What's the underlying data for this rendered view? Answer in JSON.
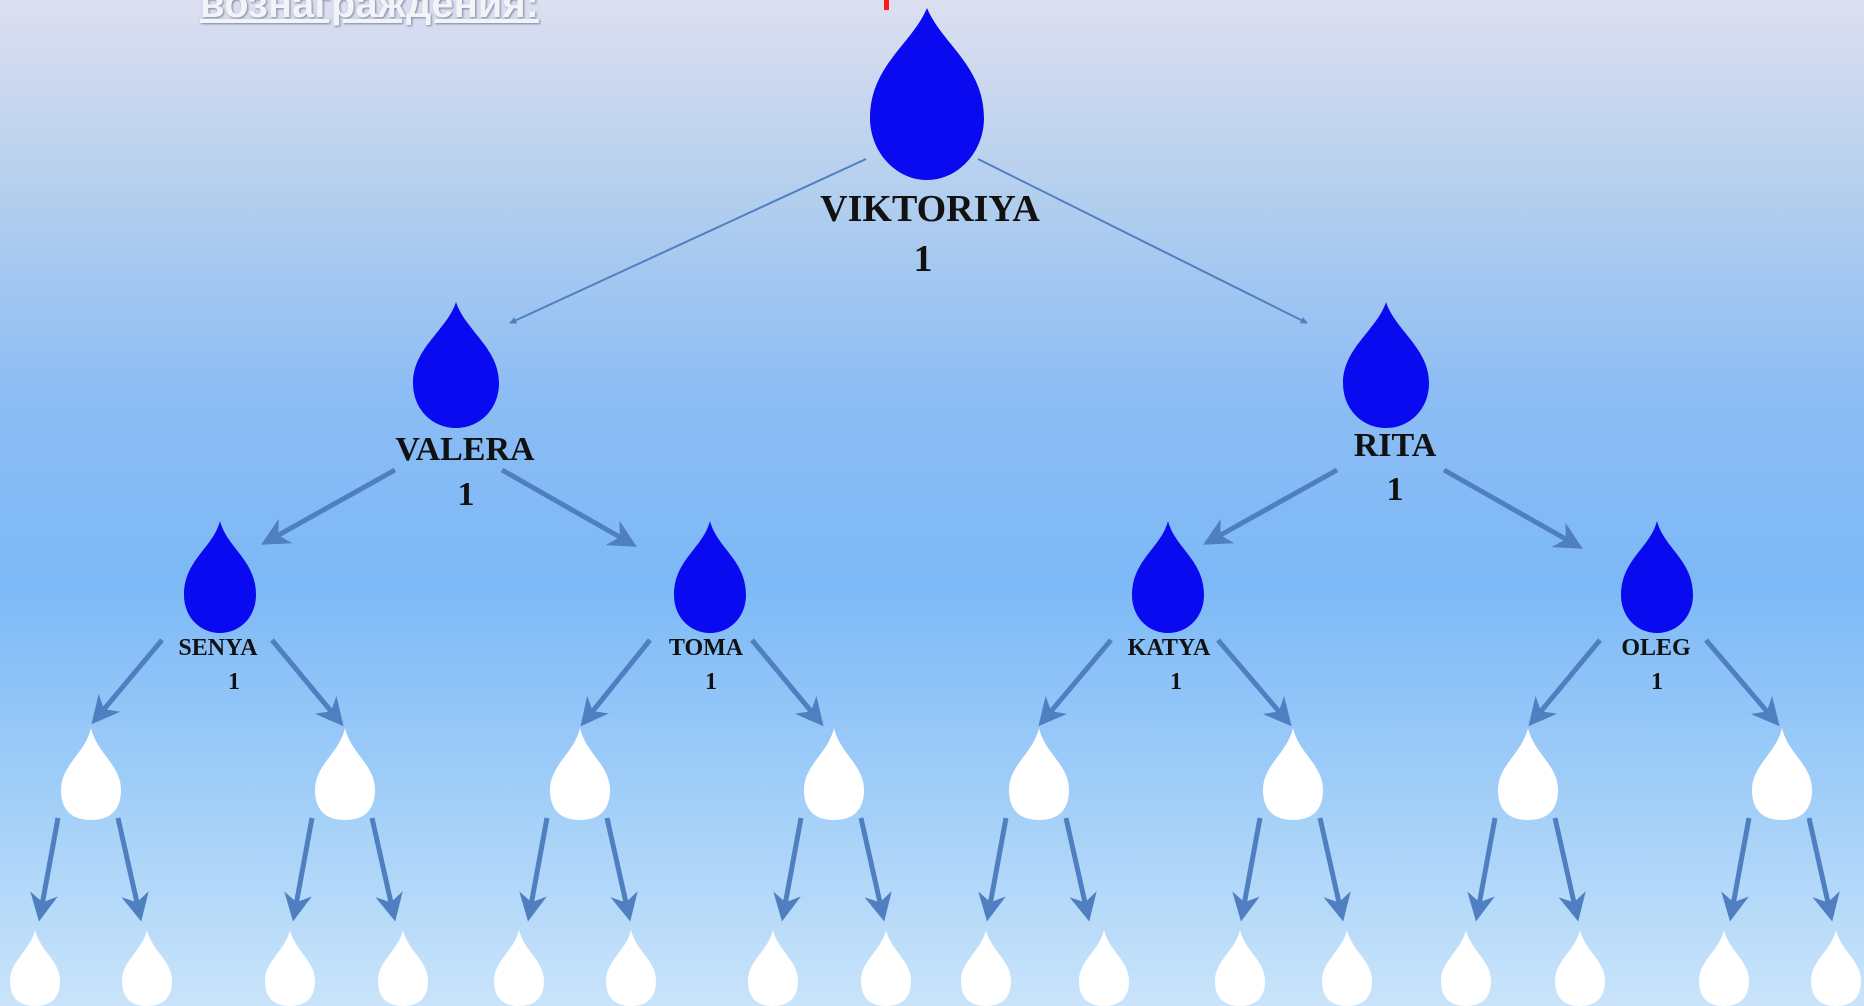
{
  "heading": "вознаграждения:",
  "colors": {
    "filled_drop": "#0a0af0",
    "empty_drop": "#ffffff",
    "arrow": "#4f7fc0",
    "marker": "#ff1a1a"
  },
  "icons": {
    "filled": "drop-icon",
    "empty": "drop-outline-icon"
  },
  "tree": {
    "root": {
      "name": "VIKTORIYA",
      "count": "1"
    },
    "level1": [
      {
        "name": "VALERA",
        "count": "1"
      },
      {
        "name": "RITA",
        "count": "1"
      }
    ],
    "level2": [
      {
        "name": "SENYA",
        "count": "1"
      },
      {
        "name": "TOMA",
        "count": "1"
      },
      {
        "name": "KATYA",
        "count": "1"
      },
      {
        "name": "OLEG",
        "count": "1"
      }
    ],
    "level3_empty_slots": 8,
    "level4_empty_slots": 16
  }
}
